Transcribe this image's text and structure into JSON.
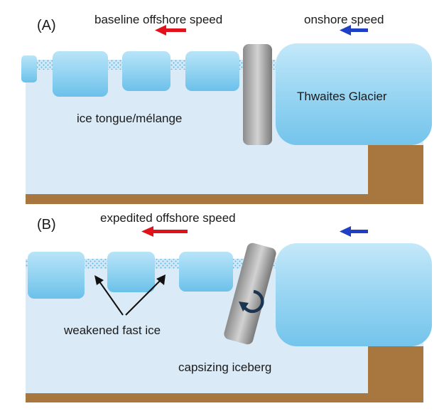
{
  "panel_a": {
    "label": "(A)",
    "offshore_speed_label": "baseline offshore speed",
    "onshore_speed_label": "onshore speed",
    "ice_label": "ice tongue/mélange",
    "glacier_label": "Thwaites Glacier"
  },
  "panel_b": {
    "label": "(B)",
    "offshore_speed_label": "expedited offshore speed",
    "fast_ice_label": "weakened fast ice",
    "iceberg_label": "capsizing iceberg"
  },
  "colors": {
    "water": "#daeaf7",
    "bedrock": "#a8773f",
    "offshore_arrow": "#e0131c",
    "onshore_arrow": "#1f3fc4",
    "ice": "#8cd0f0",
    "iceberg": "#8a8a8a"
  }
}
